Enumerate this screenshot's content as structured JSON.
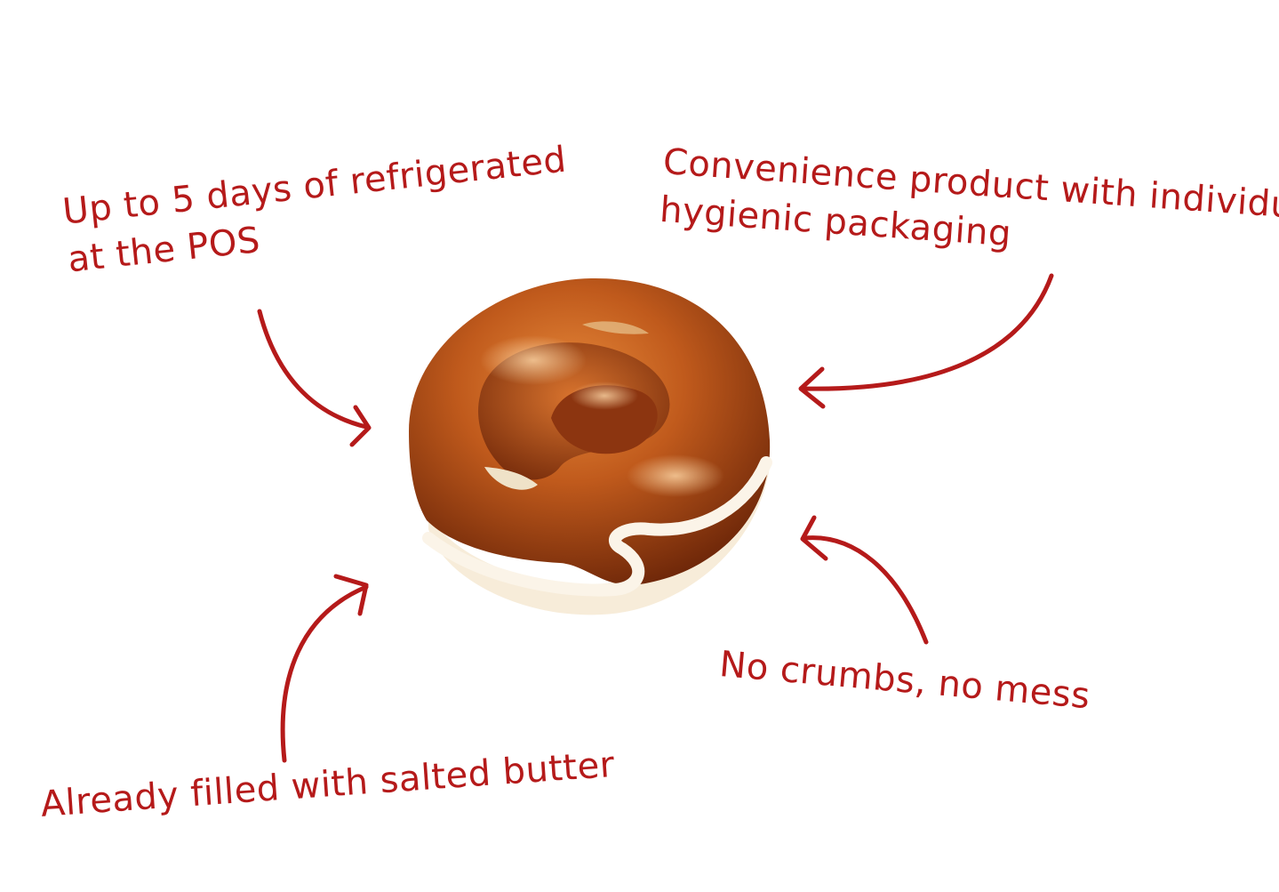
{
  "labels": {
    "top_left": [
      "Up to 5 days of refrigerated",
      "at the POS"
    ],
    "top_right": [
      "Convenience product with individual",
      "hygienic packaging"
    ],
    "bottom_left": [
      "Already filled with salted butter"
    ],
    "bottom_right": [
      "No crumbs, no mess"
    ]
  },
  "colors": {
    "text": "#b51a1a",
    "crust_dark": "#7a2e0c",
    "crust_light": "#d9782f",
    "butter_filling": "#fbf4e8",
    "background": "#ffffff"
  },
  "product_image": "pretzel-icon"
}
